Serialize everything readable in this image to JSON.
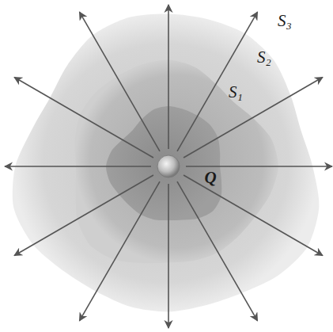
{
  "diagram": {
    "labels": [
      "S₃",
      "S₂",
      "S₁",
      "Q"
    ]
  }
}
